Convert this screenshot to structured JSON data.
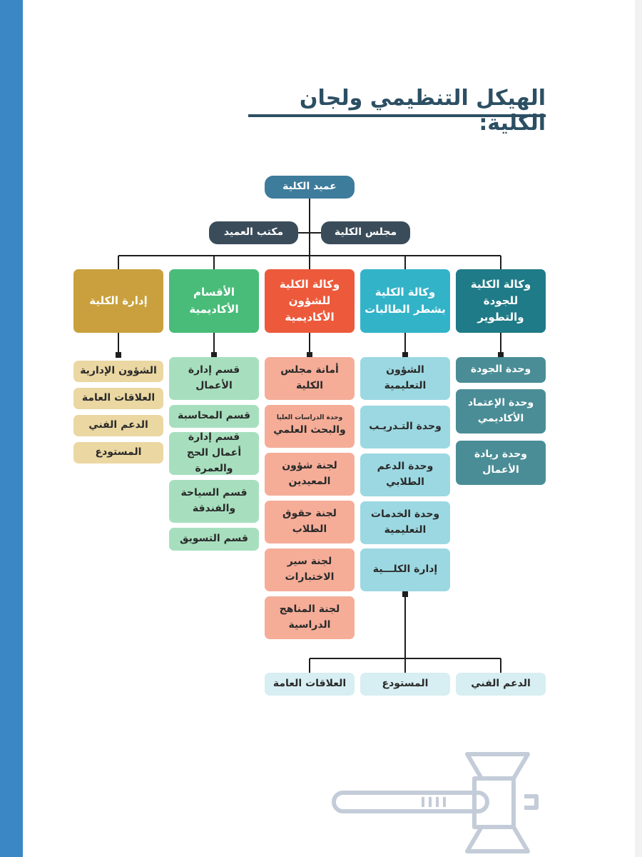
{
  "title": "الهيكل التنظيمي ولجان الكلية:",
  "top": {
    "dean": "عميد الكلية",
    "dean_office": "مكتب العميد",
    "council": "مجلس الكلية"
  },
  "columns": {
    "quality": {
      "head": "وكالة الكلية للجودة والتطوير",
      "items": [
        "وحدة الجودة",
        "وحدة الإعتماد الأكاديمي",
        "وحدة ريادة الأعمال"
      ]
    },
    "female": {
      "head": "وكالة الكلية بشطر الطالبات",
      "items": [
        "الشؤون التعليمية",
        "وحدة التـدريـب",
        "وحدة الدعم الطلابي",
        "وحدة الخدمات التعليمية",
        "إدارة الكلـــية"
      ]
    },
    "academic": {
      "head": "وكالة الكلية للشؤون الأكاديمية",
      "items": [
        "أمانة مجلس الكلية",
        "لجنة شؤون المعيدين",
        "لجنة حقوق الطلاب",
        "لجنة سير الاختبارات",
        "لجنة المناهج الدراسية"
      ],
      "graduate_small": "وحدة الدراسات العليا",
      "graduate_main": "والبحث العلمي"
    },
    "departments": {
      "head": "الأقسام الأكاديمية",
      "items": [
        "قسم إدارة الأعمال",
        "قسم المحاسبة",
        "قسم إدارة أعمال الحج والعمرة",
        "قسم السياحة والفندقة",
        "قسم التسويق"
      ]
    },
    "admin": {
      "head": "إدارة الكلية",
      "items": [
        "الشؤون الإدارية",
        "العلاقات العامة",
        "الدعم الفني",
        "المستودع"
      ]
    }
  },
  "bottom": [
    "الدعم الفني",
    "المستودع",
    "العلاقات العامة"
  ],
  "colors": {
    "stripe": "#3b87c6",
    "title": "#2c4f63",
    "dean": "#3e7c9c",
    "office": "#3a4c5a",
    "quality_head": "#1f7b87",
    "quality_item": "#4a8d96",
    "female_head": "#33b3c8",
    "female_item": "#9cd8e2",
    "academic_head": "#ec5a3b",
    "academic_item": "#f5ad98",
    "dept_head": "#49bc79",
    "dept_item": "#a7dfbe",
    "admin_head": "#c9a03d",
    "admin_item": "#ead7a2",
    "bottom_item": "#d7eef2"
  },
  "icons": [
    "gavel-icon"
  ]
}
